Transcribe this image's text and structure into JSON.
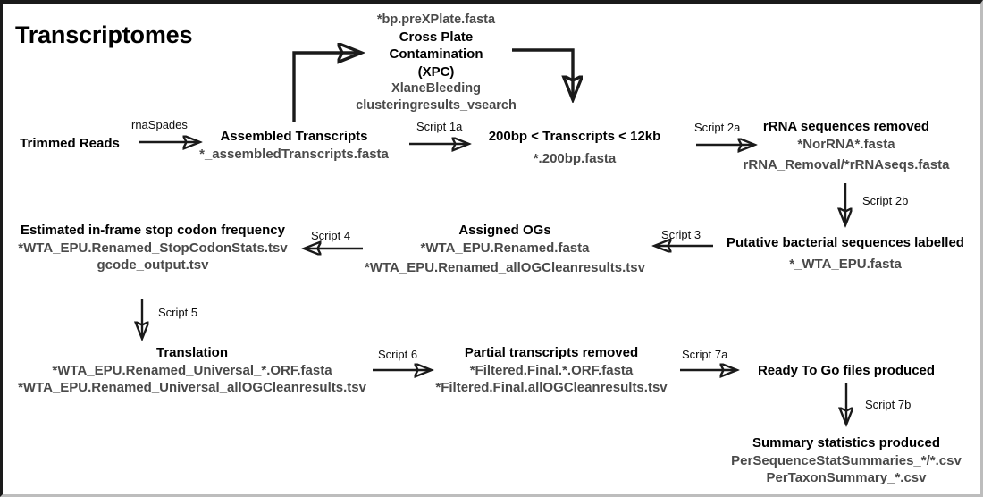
{
  "page": {
    "title": "Transcriptomes",
    "accent_black": "#1a1a1a",
    "file_text_color": "#4a4a4a"
  },
  "nodes": {
    "trimmed_reads": {
      "header": "Trimmed Reads"
    },
    "assembled": {
      "header": "Assembled Transcripts",
      "file1": "*_assembledTranscripts.fasta"
    },
    "xpc": {
      "file_top": "*bp.preXPlate.fasta",
      "header_line1": "Cross Plate",
      "header_line2": "Contamination",
      "header_line3": "(XPC)",
      "file1": "XlaneBleeding",
      "file2": "clusteringresults_vsearch"
    },
    "size_filter": {
      "header": "200bp < Transcripts < 12kb",
      "file1": "*.200bp.fasta"
    },
    "rrna_removed": {
      "header": "rRNA sequences removed",
      "file1": "*NorRNA*.fasta",
      "file2": "rRNA_Removal/*rRNAseqs.fasta"
    },
    "bacterial": {
      "header": "Putative bacterial sequences labelled",
      "file1": "*_WTA_EPU.fasta"
    },
    "assigned_ogs": {
      "header": "Assigned OGs",
      "file1": "*WTA_EPU.Renamed.fasta",
      "file2": "*WTA_EPU.Renamed_allOGCleanresults.tsv"
    },
    "stop_codon": {
      "header": "Estimated in-frame stop codon frequency",
      "file1": "*WTA_EPU.Renamed_StopCodonStats.tsv",
      "file2": "gcode_output.tsv"
    },
    "translation": {
      "header": "Translation",
      "file1": "*WTA_EPU.Renamed_Universal_*.ORF.fasta",
      "file2": "*WTA_EPU.Renamed_Universal_allOGCleanresults.tsv"
    },
    "partial_removed": {
      "header": "Partial transcripts removed",
      "file1": "*Filtered.Final.*.ORF.fasta",
      "file2": "*Filtered.Final.allOGCleanresults.tsv"
    },
    "ready_to_go": {
      "header": "Ready To Go files produced"
    },
    "summary_stats": {
      "header": "Summary statistics produced",
      "file1": "PerSequenceStatSummaries_*/*.csv",
      "file2": "PerTaxonSummary_*.csv"
    }
  },
  "edge_labels": {
    "rnaspades": "rnaSpades",
    "script1a": "Script 1a",
    "script2a": "Script 2a",
    "script2b": "Script 2b",
    "script3": "Script 3",
    "script4": "Script 4",
    "script5": "Script 5",
    "script6": "Script 6",
    "script7a": "Script 7a",
    "script7b": "Script 7b"
  }
}
